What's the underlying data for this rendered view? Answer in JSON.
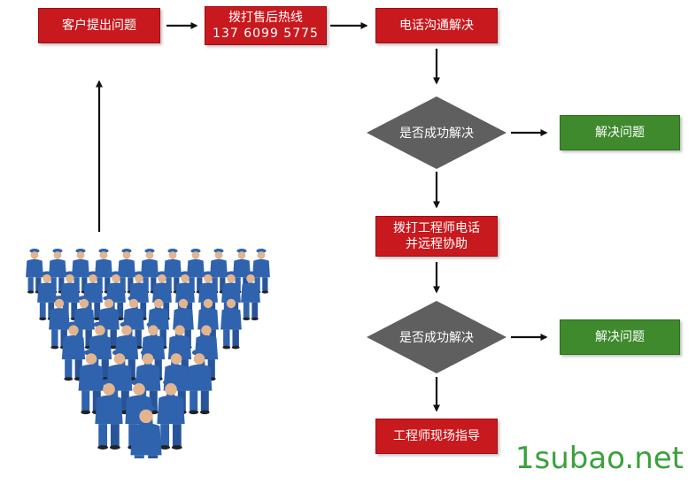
{
  "flow": {
    "customer_issue": "客户提出问题",
    "hotline_title": "拨打售后热线",
    "hotline_number": "137 6099 5775",
    "phone_resolve": "电话沟通解决",
    "decision_1": "是否成功解决",
    "resolved_1": "解决问题",
    "engineer_call_line1": "拨打工程师电话",
    "engineer_call_line2": "并远程协助",
    "decision_2": "是否成功解决",
    "resolved_2": "解决问题",
    "onsite_guidance": "工程师现场指导"
  },
  "colors": {
    "red": "#c8191e",
    "green": "#3e8a2c",
    "diamond": "#5f5f5f",
    "uniform": "#2f63ad",
    "watermark": "#3aa13c"
  },
  "image": {
    "crowd_icon": "crowd-of-workers-in-blue-uniforms"
  },
  "watermark": "1subao.net"
}
